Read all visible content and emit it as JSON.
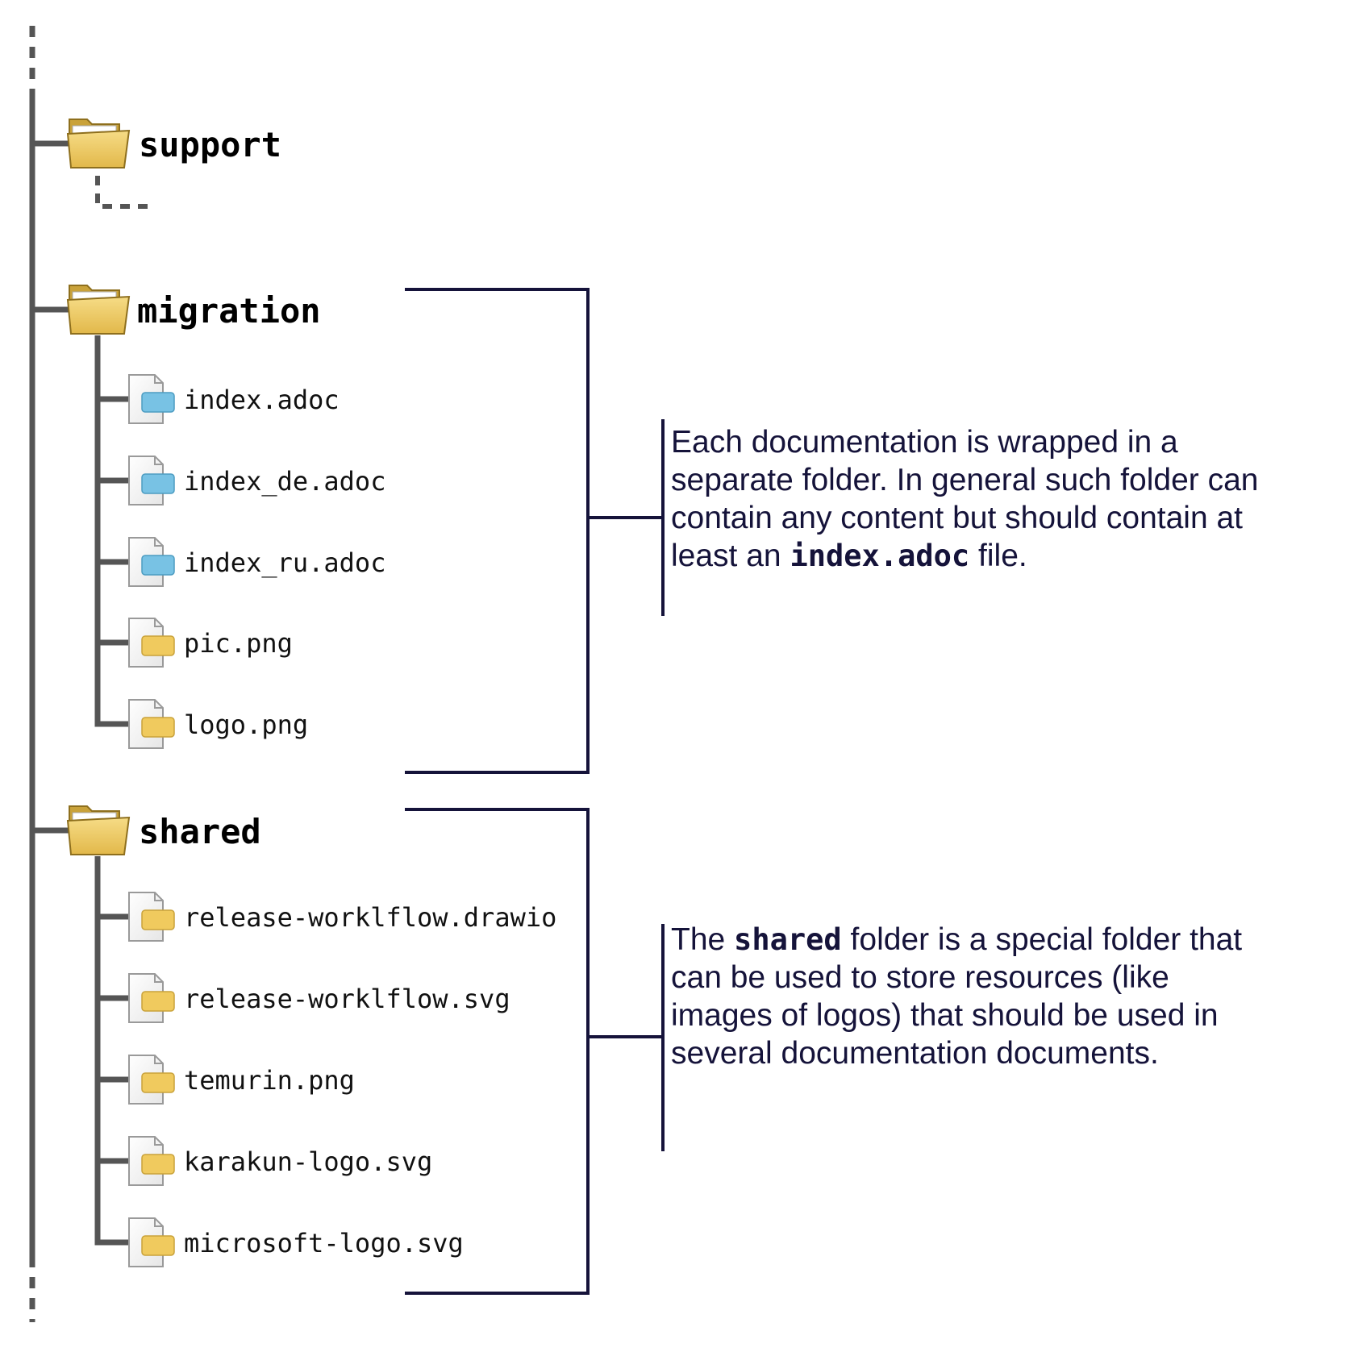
{
  "colors": {
    "tree_line": "#555555",
    "bracket_line": "#15133a",
    "folder_fill": "#ecc65f",
    "folder_back": "#c9a23a",
    "doc_tab_blue": "#78c2e4",
    "doc_tab_yellow": "#f0ca5e",
    "page_fill": "#f6f6f6",
    "page_stroke": "#9a9a9a"
  },
  "tree": {
    "folders": [
      {
        "name": "support",
        "icon": "folder-icon",
        "files": []
      },
      {
        "name": "migration",
        "icon": "folder-icon",
        "files": [
          {
            "name": "index.adoc",
            "icon": "adoc-file-icon",
            "kind": "adoc"
          },
          {
            "name": "index_de.adoc",
            "icon": "adoc-file-icon",
            "kind": "adoc"
          },
          {
            "name": "index_ru.adoc",
            "icon": "adoc-file-icon",
            "kind": "adoc"
          },
          {
            "name": "pic.png",
            "icon": "image-file-icon",
            "kind": "resource"
          },
          {
            "name": "logo.png",
            "icon": "image-file-icon",
            "kind": "resource"
          }
        ]
      },
      {
        "name": "shared",
        "icon": "folder-icon",
        "files": [
          {
            "name": "release-worklflow.drawio",
            "icon": "resource-file-icon",
            "kind": "resource"
          },
          {
            "name": "release-worklflow.svg",
            "icon": "image-file-icon",
            "kind": "resource"
          },
          {
            "name": "temurin.png",
            "icon": "image-file-icon",
            "kind": "resource"
          },
          {
            "name": "karakun-logo.svg",
            "icon": "image-file-icon",
            "kind": "resource"
          },
          {
            "name": "microsoft-logo.svg",
            "icon": "image-file-icon",
            "kind": "resource"
          }
        ]
      }
    ]
  },
  "notes": {
    "migration": {
      "line1": "Each documentation is wrapped in a",
      "line2": "separate folder. In general such folder can",
      "line3": "contain any content but should contain at",
      "line4_pre": "least an ",
      "line4_code": "index.adoc",
      "line4_post": " file."
    },
    "shared": {
      "line1_pre": "The ",
      "line1_code": "shared",
      "line1_post": " folder is a special folder that",
      "line2": "can be used to store resources (like",
      "line3": "images of logos) that should be used in",
      "line4": "several documentation documents."
    }
  }
}
